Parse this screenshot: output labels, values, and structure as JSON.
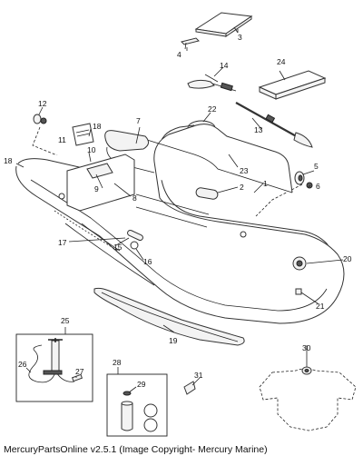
{
  "callouts": {
    "c1": "1",
    "c2": "2",
    "c3": "3",
    "c4": "4",
    "c5": "5",
    "c6": "6",
    "c7": "7",
    "c8": "8",
    "c9": "9",
    "c10": "10",
    "c11": "11",
    "c12": "12",
    "c13": "13",
    "c14": "14",
    "c15": "15",
    "c16": "16",
    "c17": "17",
    "c18a": "18",
    "c18b": "18",
    "c19": "19",
    "c20": "20",
    "c21": "21",
    "c22": "22",
    "c23": "23",
    "c24": "24",
    "c25": "25",
    "c26": "26",
    "c27": "27",
    "c28": "28",
    "c29": "29",
    "c30": "30",
    "c31": "31"
  },
  "footer": {
    "caption": "MercuryPartsOnline v2.5.1 (Image Copyright- Mercury Marine)"
  }
}
